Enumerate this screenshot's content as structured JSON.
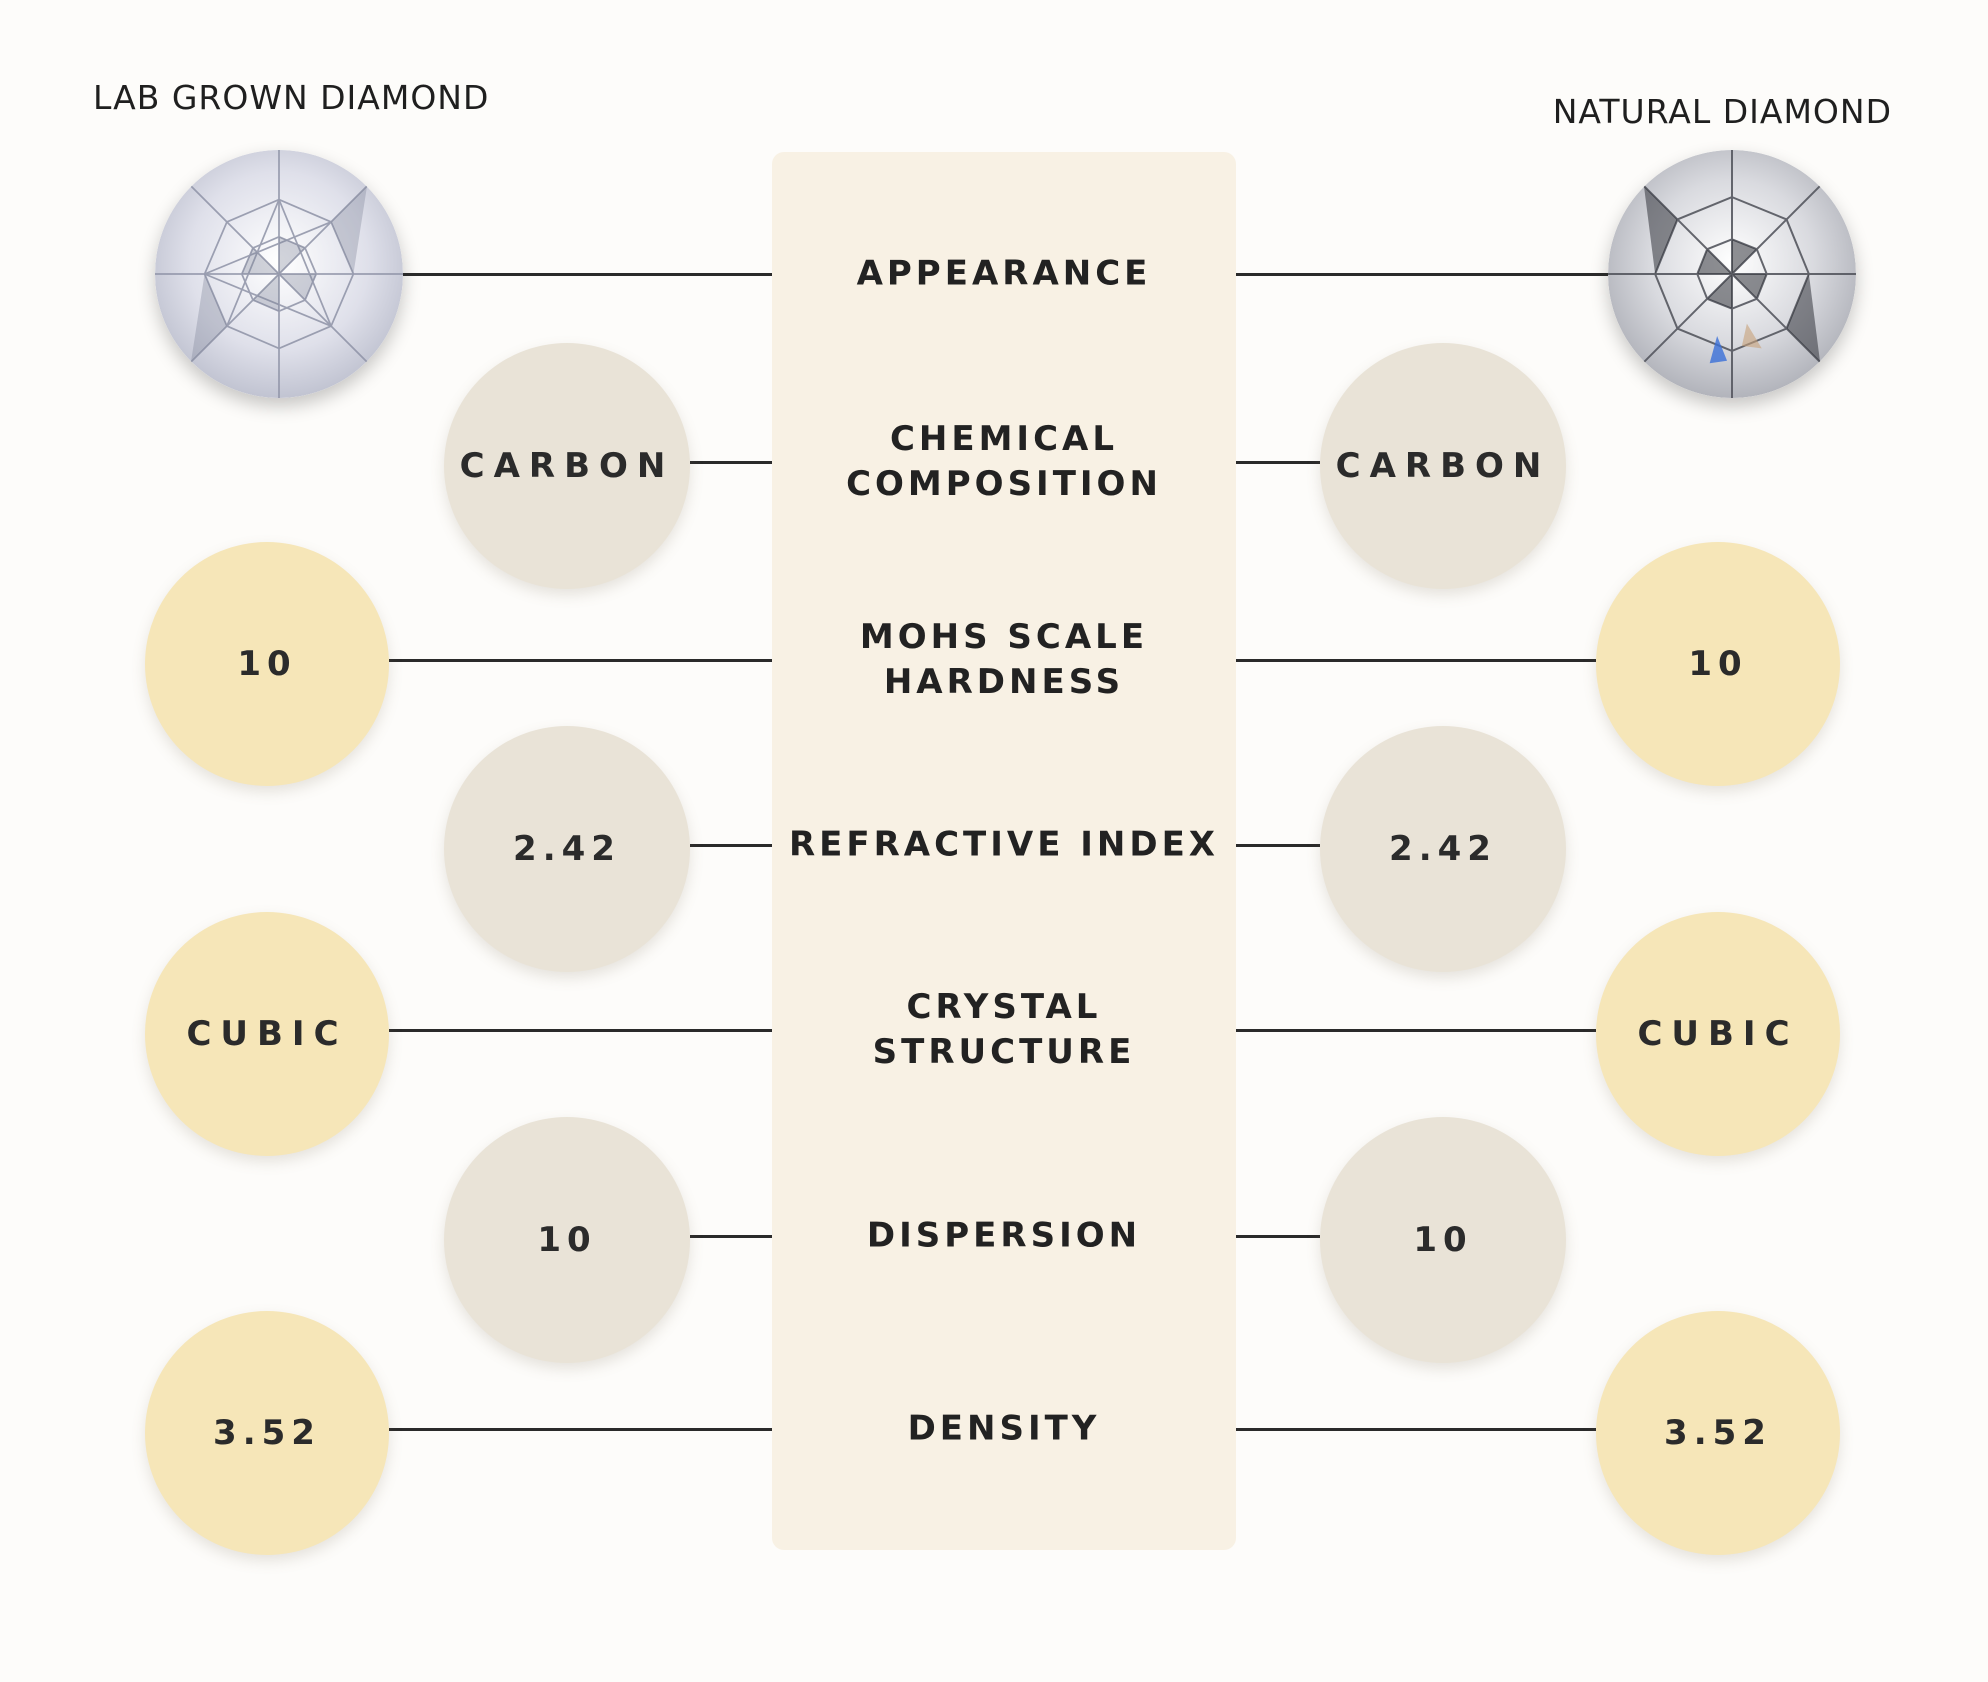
{
  "headers": {
    "left": "LAB GROWN DIAMOND",
    "right": "NATURAL DIAMOND"
  },
  "icons": {
    "left_image": "lab-grown-diamond-icon",
    "right_image": "natural-diamond-icon"
  },
  "colors": {
    "panel": "#f8f1e4",
    "circle_beige": "#e9e3d7",
    "circle_yellow": "#f6e6b8",
    "connector": "#2a2a2a"
  },
  "rows": [
    {
      "key": "appearance",
      "label": "APPEARANCE",
      "left": "",
      "right": "",
      "style": "image"
    },
    {
      "key": "chemical-composition",
      "label": "CHEMICAL\nCOMPOSITION",
      "left": "CARBON",
      "right": "CARBON",
      "style": "beige"
    },
    {
      "key": "mohs-scale-hardness",
      "label": "MOHS SCALE\nHARDNESS",
      "left": "10",
      "right": "10",
      "style": "yellow"
    },
    {
      "key": "refractive-index",
      "label": "REFRACTIVE INDEX",
      "left": "2.42",
      "right": "2.42",
      "style": "beige"
    },
    {
      "key": "crystal-structure",
      "label": "CRYSTAL\nSTRUCTURE",
      "left": "CUBIC",
      "right": "CUBIC",
      "style": "yellow"
    },
    {
      "key": "dispersion",
      "label": "DISPERSION",
      "left": "10",
      "right": "10",
      "style": "beige"
    },
    {
      "key": "density",
      "label": "DENSITY",
      "left": "3.52",
      "right": "3.52",
      "style": "yellow"
    }
  ]
}
